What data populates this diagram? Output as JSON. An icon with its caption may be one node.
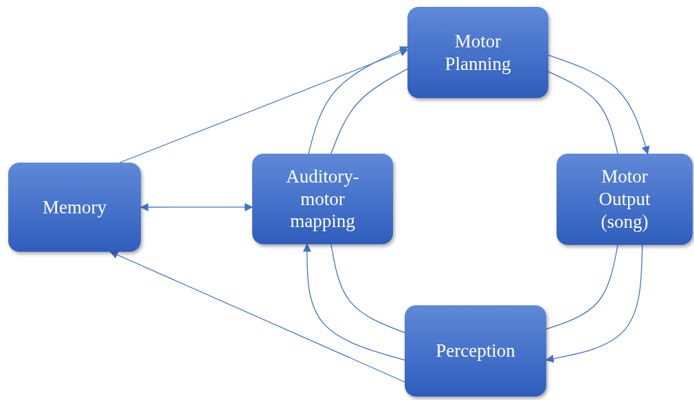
{
  "diagram": {
    "nodes": [
      {
        "text": [
          "Memory"
        ]
      },
      {
        "text": [
          "Auditory- motor mapping"
        ]
      },
      {
        "text": [
          "Motor Planning"
        ]
      },
      {
        "text": [
          "Motor Output (song)"
        ]
      },
      {
        "text": [
          "Perception"
        ]
      }
    ],
    "edges": [
      {
        "from": 0,
        "to": 2,
        "arrow": "to"
      },
      {
        "from": 0,
        "to": 1,
        "arrow": "both"
      },
      {
        "from": 4,
        "to": 0,
        "arrow": "to"
      },
      {
        "from": 1,
        "to": 2,
        "arrow": "to"
      },
      {
        "from": 2,
        "to": 3,
        "arrow": "to"
      },
      {
        "from": 3,
        "to": 4,
        "arrow": "to"
      },
      {
        "from": 4,
        "to": 1,
        "arrow": "to"
      },
      {
        "from": 1,
        "to": 2,
        "arrow": "none"
      },
      {
        "from": 2,
        "to": 3,
        "arrow": "none"
      },
      {
        "from": 3,
        "to": 4,
        "arrow": "none"
      },
      {
        "from": 4,
        "to": 1,
        "arrow": "none"
      }
    ]
  }
}
